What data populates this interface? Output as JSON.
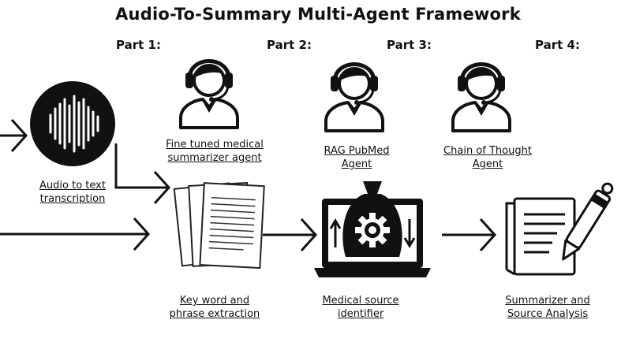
{
  "title": "Audio-To-Summary Multi-Agent Framework",
  "parts": [
    "Part 1:",
    "Part 2:",
    "Part 3:",
    "Part 4:"
  ],
  "captions": {
    "audio": [
      "Audio to text",
      "transcription"
    ],
    "finetuned": [
      "Fine tuned medical",
      "summarizer agent"
    ],
    "rag": [
      "RAG PubMed",
      "Agent"
    ],
    "cot": [
      "Chain of Thought",
      "Agent"
    ],
    "keyword": [
      "Key word and",
      "phrase extraction"
    ],
    "medical": [
      "Medical source",
      "identifier"
    ],
    "summarizer": [
      "Summarizer and",
      "Source Analysis"
    ]
  },
  "icons": {
    "audio": "sound-wave-icon",
    "agent": "headset-agent-icon",
    "documents": "documents-icon",
    "laptop": "laptop-gear-icon",
    "summary": "document-pen-icon"
  },
  "colors": {
    "ink": "#111111",
    "background": "#ffffff"
  }
}
